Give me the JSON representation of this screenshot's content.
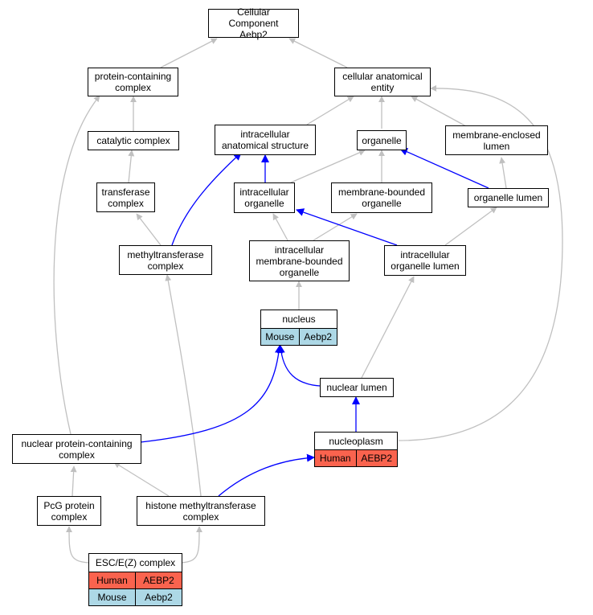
{
  "colors": {
    "gray_edge": "#c0c0c0",
    "blue_edge": "#0000ff",
    "human": "#fa634e",
    "mouse": "#add8e6"
  },
  "nodes": {
    "root": "Cellular Component\nAebp2",
    "protein_containing_complex": "protein-containing\ncomplex",
    "cellular_anatomical_entity": "cellular anatomical\nentity",
    "catalytic_complex": "catalytic complex",
    "intracellular_anatomical_structure": "intracellular\nanatomical structure",
    "organelle": "organelle",
    "membrane_enclosed_lumen": "membrane-enclosed\nlumen",
    "transferase_complex": "transferase\ncomplex",
    "intracellular_organelle": "intracellular\norganelle",
    "membrane_bounded_organelle": "membrane-bounded\norganelle",
    "organelle_lumen": "organelle lumen",
    "methyltransferase_complex": "methyltransferase\ncomplex",
    "intracellular_membrane_bounded_organelle": "intracellular\nmembrane-bounded\norganelle",
    "intracellular_organelle_lumen": "intracellular\norganelle lumen",
    "nuclear_lumen": "nuclear lumen",
    "nuclear_protein_containing_complex": "nuclear protein-containing\ncomplex",
    "pcg_protein_complex": "PcG protein\ncomplex",
    "histone_methyltransferase_complex": "histone methyltransferase\ncomplex"
  },
  "annotated": {
    "nucleus": {
      "title": "nucleus",
      "rows": [
        [
          "Mouse",
          "Aebp2"
        ]
      ]
    },
    "nucleoplasm": {
      "title": "nucleoplasm",
      "rows": [
        [
          "Human",
          "AEBP2"
        ]
      ]
    },
    "esc_complex": {
      "title": "ESC/E(Z) complex",
      "rows": [
        [
          "Human",
          "AEBP2"
        ],
        [
          "Mouse",
          "Aebp2"
        ]
      ]
    }
  }
}
